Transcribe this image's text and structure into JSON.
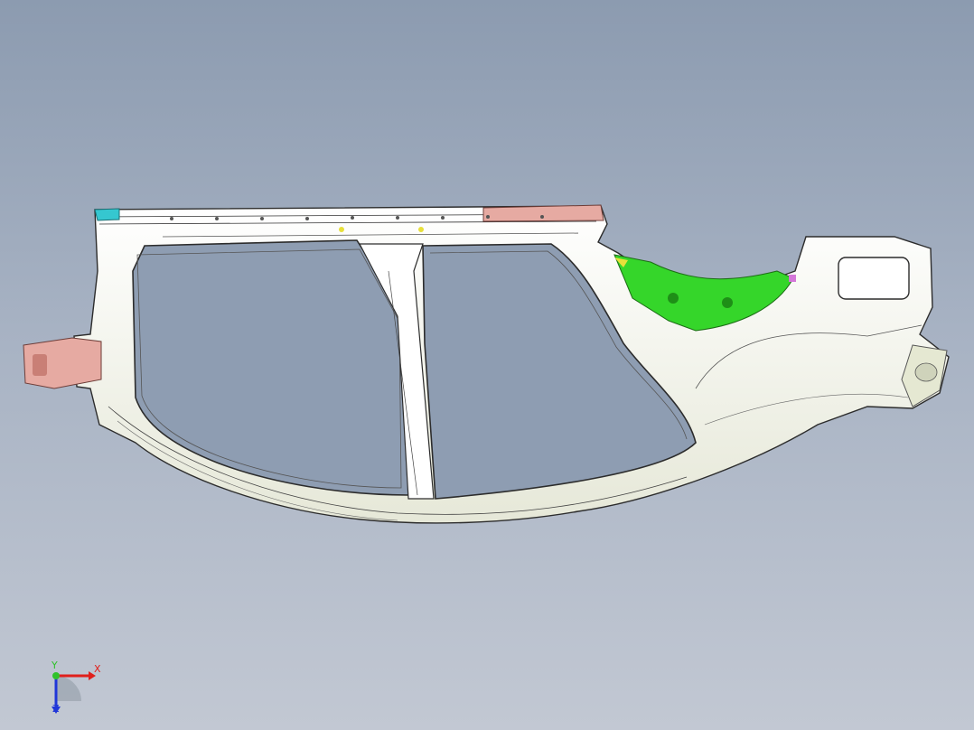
{
  "viewport": {
    "background_top": "#8c9bb0",
    "background_bottom": "#c2c8d3"
  },
  "model": {
    "part": "body-side-inner-frame",
    "colors": {
      "body": "#ffffff",
      "edge": "#2c2c2c",
      "shade": "#e9ebdd",
      "green_bracket": "#35d62a",
      "pink_bracket": "#e6aaa2",
      "cyan_corner": "#35c7d0",
      "yellow_marker": "#e8e03a",
      "magenta_clip": "#d477d9"
    }
  },
  "triad": {
    "x_label": "X",
    "y_label": "Y",
    "z_label": "Z",
    "x_color": "#e0201c",
    "y_color": "#2fc22a",
    "z_color": "#2036d8"
  }
}
